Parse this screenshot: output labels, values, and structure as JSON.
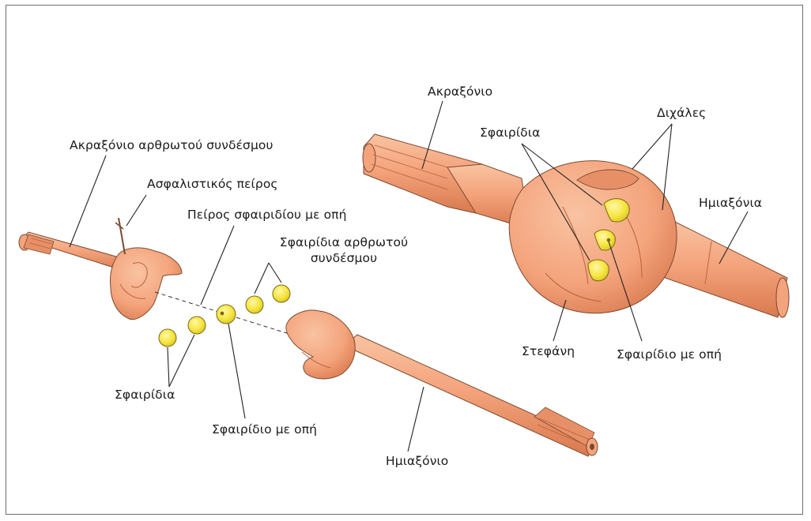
{
  "colors": {
    "shaft": "#f4a47c",
    "shaft_dark": "#d9794f",
    "shaft_light": "#f9c3a2",
    "ball": "#f6e53f",
    "ball_edge": "#7a6a12",
    "outline": "#7a4a30",
    "leader": "#222222",
    "frame": "#6e6e6e"
  },
  "labels": {
    "left_outer_shaft": "Ακραξόνιο αρθρωτού συνδέσμου",
    "left_lock_pin": "Ασφαλιστικός πείρος",
    "left_pin_with_hole": "Πείρος σφαιριδίου με οπή",
    "left_joint_balls_line1": "Σφαιρίδια αρθρωτού",
    "left_joint_balls_line2": "συνδέσμου",
    "left_balls": "Σφαιρίδια",
    "left_ball_with_hole": "Σφαιρίδιο με οπή",
    "left_half_shaft": "Ημιαξόνιο",
    "right_outer_shaft": "Ακραξόνιο",
    "right_forks": "Διχάλες",
    "right_balls": "Σφαιρίδια",
    "right_half_shafts": "Ημιαξόνια",
    "right_crown": "Στεφάνη",
    "right_ball_with_hole": "Σφαιρίδιο με οπή"
  }
}
